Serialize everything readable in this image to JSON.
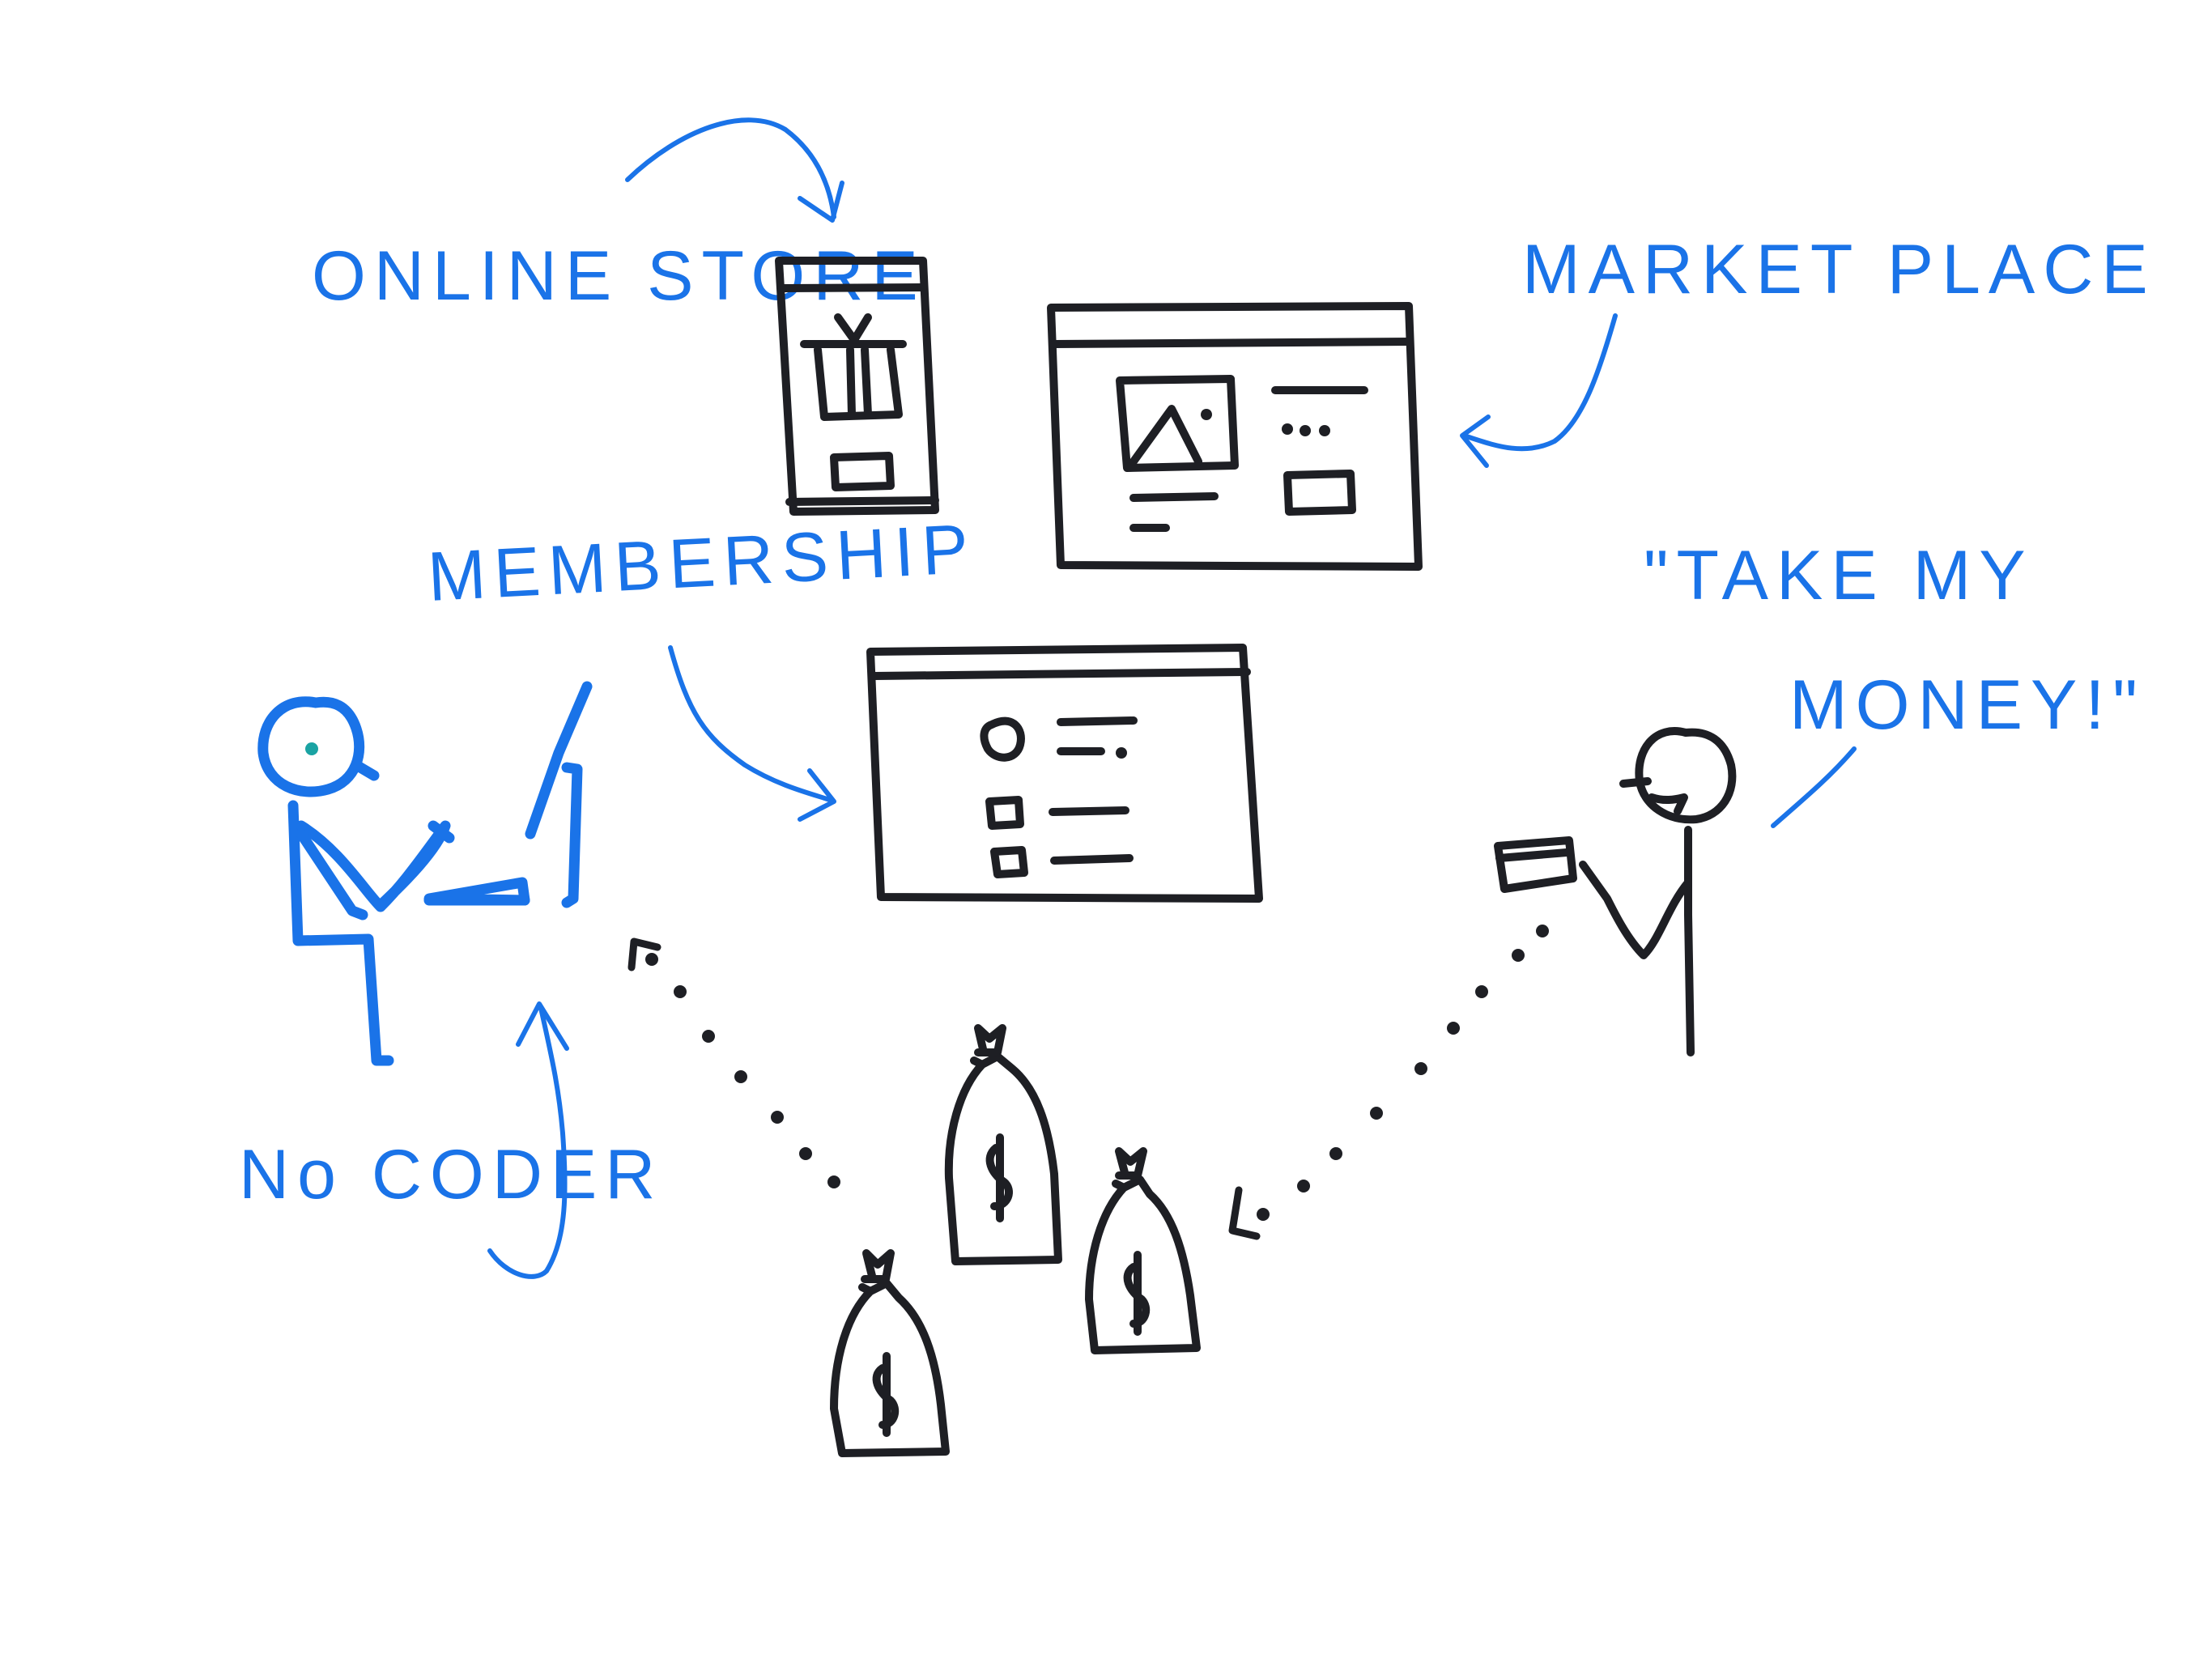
{
  "labels": {
    "online_store": "ONLINE STORE",
    "market_place": "MARKET PLACE",
    "membership": "MEMBERSHIP",
    "take_my_money_line1": "\"TAKE  MY",
    "take_my_money_line2": "MONEY!\"",
    "no_coder": "No CODER"
  },
  "colors": {
    "ink": "#1e1f24",
    "accent": "#1a73e8",
    "eye": "#1aa3a3",
    "background": "#ffffff"
  },
  "icons": [
    "phone-store-icon",
    "gift-icon",
    "browser-marketplace-icon",
    "image-placeholder-icon",
    "browser-membership-icon",
    "person-laptop-icon",
    "person-card-icon",
    "credit-card-icon",
    "money-bag-icon"
  ]
}
